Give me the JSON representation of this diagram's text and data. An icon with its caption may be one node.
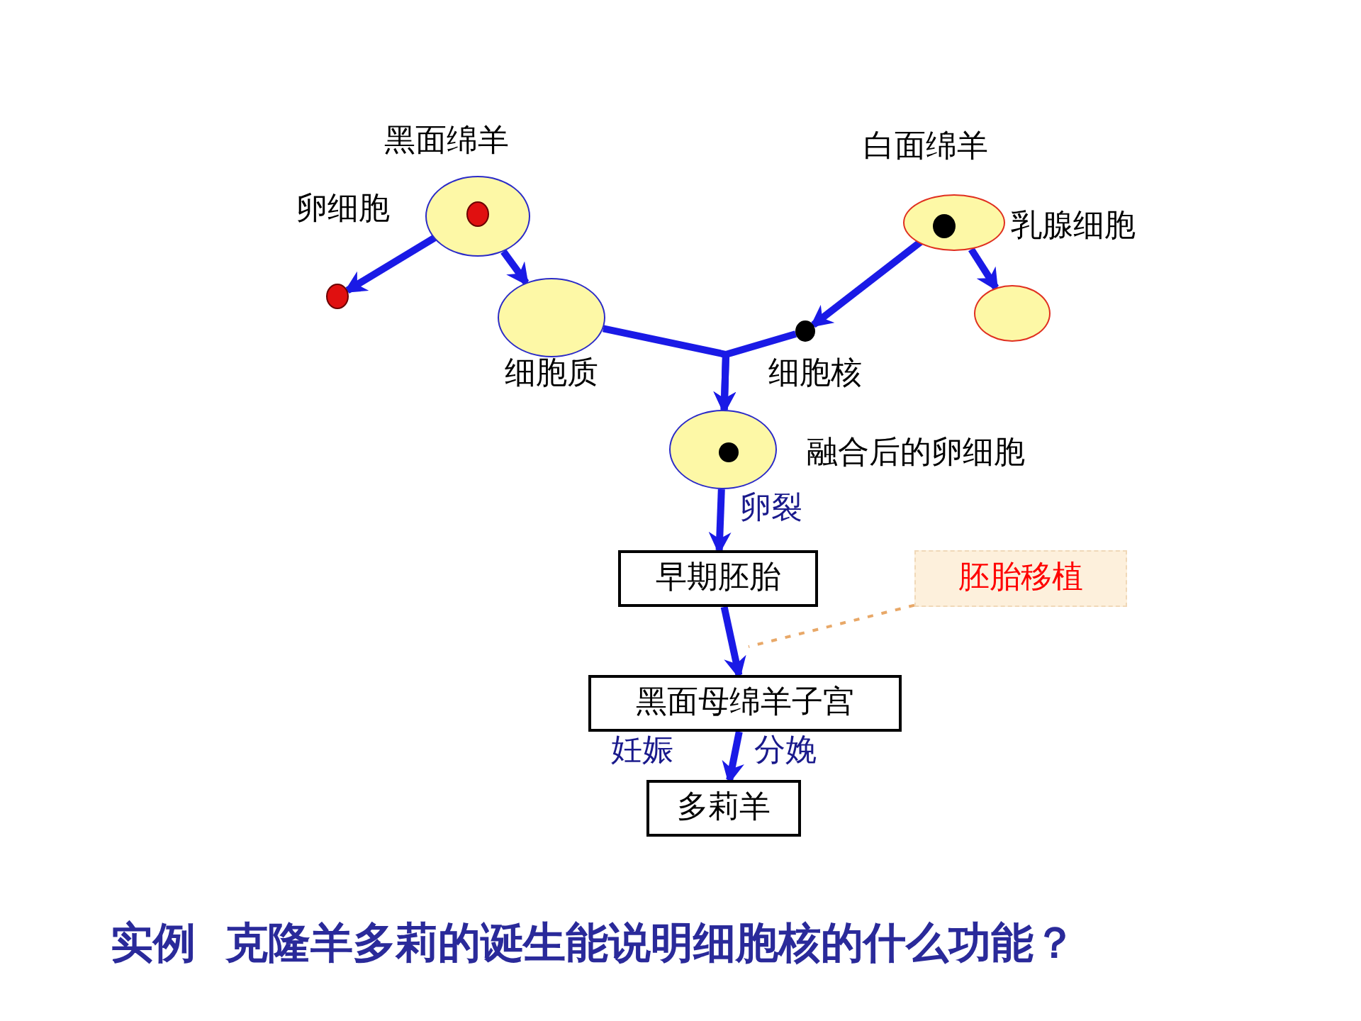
{
  "diagram": {
    "caption": "实例  克隆羊多莉的诞生能说明细胞核的什么功能？",
    "nodes": [
      {
        "text": [
          "黑面绵羊"
        ],
        "beside": [
          "卵细胞"
        ]
      },
      {
        "text": [],
        "shape": "circle",
        "in": 0
      },
      {
        "text": [],
        "shape": "circle"
      },
      {
        "text": [],
        "shape": "circle",
        "beside": [
          "细胞质"
        ]
      },
      {
        "text": [
          "白面绵羊"
        ],
        "beside": [
          "乳腺细胞"
        ]
      },
      {
        "text": [],
        "shape": "circle",
        "in": 4
      },
      {
        "text": [],
        "shape": "circle"
      },
      {
        "text": [],
        "shape": "circle",
        "beside": [
          "细胞核"
        ]
      },
      {
        "text": [],
        "shape": "circle",
        "beside": [
          "融合后的卵细胞"
        ]
      },
      {
        "text": [],
        "shape": "circle",
        "in": 8
      },
      {
        "text": [
          "早期胚胎"
        ]
      },
      {
        "text": [
          "黑面母绵羊子宫"
        ]
      },
      {
        "text": [
          "多莉羊"
        ]
      },
      {
        "text": [
          "胚胎移植"
        ]
      }
    ],
    "edges": [
      {
        "from": 1,
        "to": 2,
        "arrow": "to"
      },
      {
        "from": 0,
        "to": 3,
        "arrow": "to"
      },
      {
        "from": 4,
        "to": 6,
        "arrow": "to"
      },
      {
        "from": 5,
        "to": 7,
        "arrow": "to"
      },
      {
        "from": 3,
        "to": 8,
        "arrow": "to"
      },
      {
        "from": 7,
        "to": 8,
        "arrow": "to"
      },
      {
        "from": 8,
        "to": 10,
        "arrow": "to",
        "label": "卵裂"
      },
      {
        "from": 10,
        "to": 11,
        "arrow": "to"
      },
      {
        "from": 11,
        "to": 12,
        "arrow": "to",
        "label": "妊娠"
      },
      {
        "from": 13,
        "to": null,
        "arrow": "none",
        "style": "dashed",
        "color": "#e8a868"
      }
    ],
    "labels": [
      "分娩"
    ]
  }
}
